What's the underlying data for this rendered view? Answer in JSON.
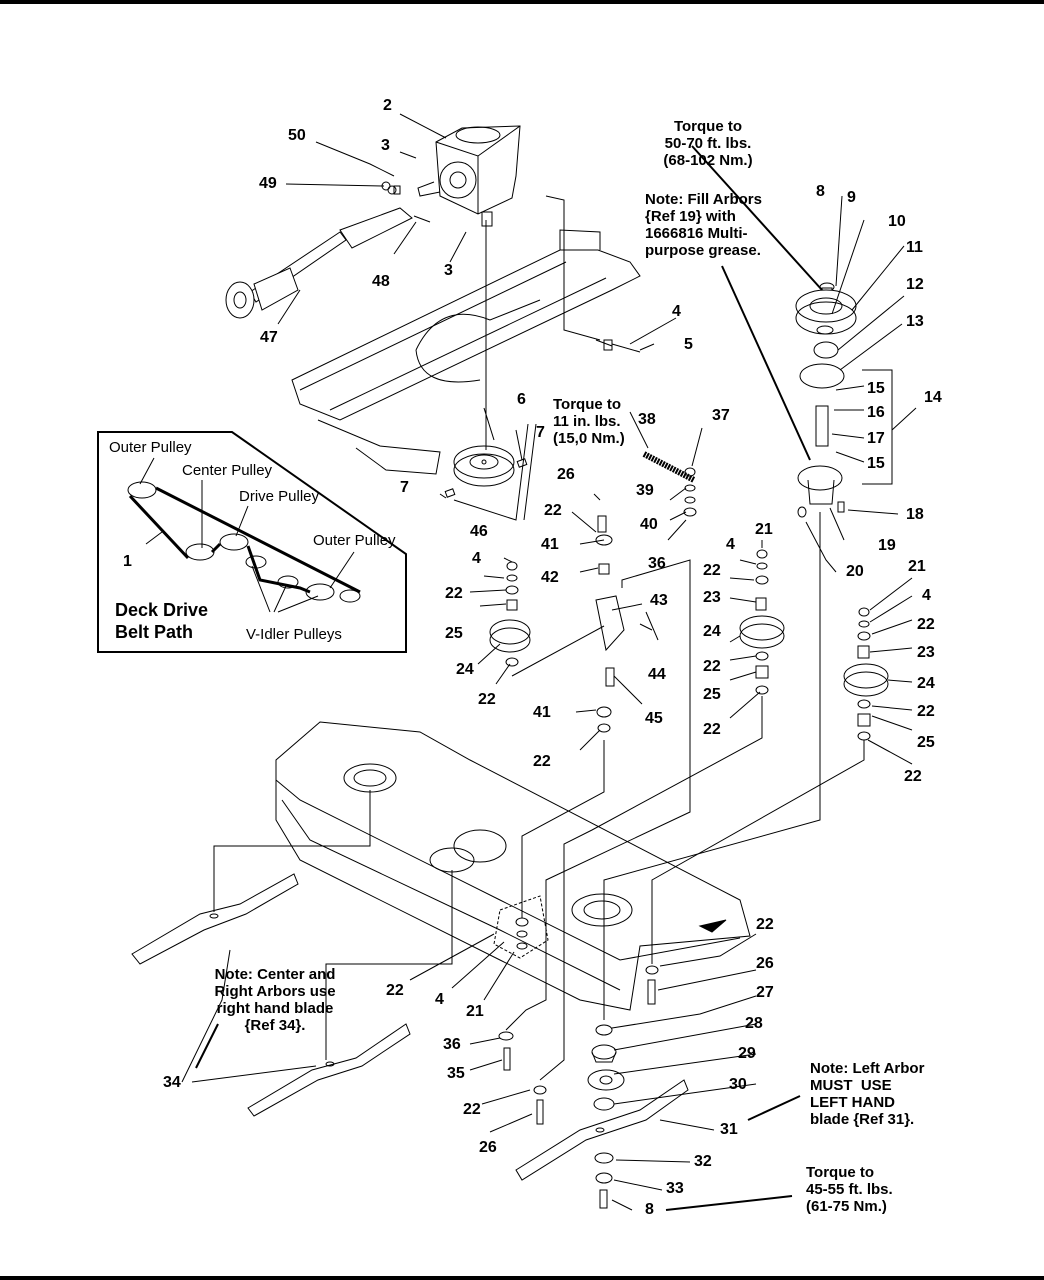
{
  "page": {
    "type": "exploded parts diagram",
    "subject": "mower deck drive assembly"
  },
  "notes": {
    "torque_top": "Torque to\n50-70 ft. lbs.\n(68-102 Nm.)",
    "fill_arbors": "Note: Fill Arbors\n{Ref 19} with\n1666816 Multi-\npurpose grease.",
    "torque_idler": "Torque to\n11 in. lbs.\n(15,0 Nm.)",
    "center_right_blade": "Note: Center and\nRight Arbors use\nright hand blade\n{Ref 34}.",
    "left_arbor": "Note: Left Arbor\nMUST  USE\nLEFT HAND\nblade {Ref 31}.",
    "torque_blade": "Torque to\n45-55 ft. lbs.\n(61-75 Nm.)"
  },
  "inset": {
    "title": "Deck Drive\nBelt Path",
    "outer_pulley_left": "Outer Pulley",
    "center_pulley": "Center Pulley",
    "drive_pulley": "Drive Pulley",
    "outer_pulley_right": "Outer Pulley",
    "v_idler_pulleys": "V-Idler Pulleys",
    "belt_ref": "1"
  },
  "callouts": [
    {
      "id": "c2",
      "text": "2"
    },
    {
      "id": "c50",
      "text": "50"
    },
    {
      "id": "c3a",
      "text": "3"
    },
    {
      "id": "c49",
      "text": "49"
    },
    {
      "id": "c48",
      "text": "48"
    },
    {
      "id": "c3b",
      "text": "3"
    },
    {
      "id": "c47",
      "text": "47"
    },
    {
      "id": "c8a",
      "text": "8"
    },
    {
      "id": "c9",
      "text": "9"
    },
    {
      "id": "c10",
      "text": "10"
    },
    {
      "id": "c11",
      "text": "11"
    },
    {
      "id": "c12",
      "text": "12"
    },
    {
      "id": "c13",
      "text": "13"
    },
    {
      "id": "c14",
      "text": "14"
    },
    {
      "id": "c15a",
      "text": "15"
    },
    {
      "id": "c16",
      "text": "16"
    },
    {
      "id": "c17",
      "text": "17"
    },
    {
      "id": "c15b",
      "text": "15"
    },
    {
      "id": "c18",
      "text": "18"
    },
    {
      "id": "c19",
      "text": "19"
    },
    {
      "id": "c20",
      "text": "20"
    },
    {
      "id": "c4a",
      "text": "4"
    },
    {
      "id": "c5",
      "text": "5"
    },
    {
      "id": "c6",
      "text": "6"
    },
    {
      "id": "c7a",
      "text": "7"
    },
    {
      "id": "c7b",
      "text": "7"
    },
    {
      "id": "c38",
      "text": "38"
    },
    {
      "id": "c37",
      "text": "37"
    },
    {
      "id": "c26a",
      "text": "26"
    },
    {
      "id": "c39",
      "text": "39"
    },
    {
      "id": "c22a",
      "text": "22"
    },
    {
      "id": "c40",
      "text": "40"
    },
    {
      "id": "c41a",
      "text": "41"
    },
    {
      "id": "c36a",
      "text": "36"
    },
    {
      "id": "c42",
      "text": "42"
    },
    {
      "id": "c46",
      "text": "46"
    },
    {
      "id": "c4b",
      "text": "4"
    },
    {
      "id": "c22b",
      "text": "22"
    },
    {
      "id": "c25a",
      "text": "25"
    },
    {
      "id": "c43",
      "text": "43"
    },
    {
      "id": "c24a",
      "text": "24"
    },
    {
      "id": "c44",
      "text": "44"
    },
    {
      "id": "c22c",
      "text": "22"
    },
    {
      "id": "c45",
      "text": "45"
    },
    {
      "id": "c41b",
      "text": "41"
    },
    {
      "id": "c22d",
      "text": "22"
    },
    {
      "id": "c21a",
      "text": "21"
    },
    {
      "id": "c4c",
      "text": "4"
    },
    {
      "id": "c22e",
      "text": "22"
    },
    {
      "id": "c23a",
      "text": "23"
    },
    {
      "id": "c24b",
      "text": "24"
    },
    {
      "id": "c22f",
      "text": "22"
    },
    {
      "id": "c25b",
      "text": "25"
    },
    {
      "id": "c22g",
      "text": "22"
    },
    {
      "id": "c21b",
      "text": "21"
    },
    {
      "id": "c4d",
      "text": "4"
    },
    {
      "id": "c22h",
      "text": "22"
    },
    {
      "id": "c23b",
      "text": "23"
    },
    {
      "id": "c24c",
      "text": "24"
    },
    {
      "id": "c22i",
      "text": "22"
    },
    {
      "id": "c25c",
      "text": "25"
    },
    {
      "id": "c22j",
      "text": "22"
    },
    {
      "id": "c22k",
      "text": "22"
    },
    {
      "id": "c26b",
      "text": "26"
    },
    {
      "id": "c27",
      "text": "27"
    },
    {
      "id": "c28",
      "text": "28"
    },
    {
      "id": "c29",
      "text": "29"
    },
    {
      "id": "c30",
      "text": "30"
    },
    {
      "id": "c31",
      "text": "31"
    },
    {
      "id": "c32",
      "text": "32"
    },
    {
      "id": "c33",
      "text": "33"
    },
    {
      "id": "c8b",
      "text": "8"
    },
    {
      "id": "c22l",
      "text": "22"
    },
    {
      "id": "c4e",
      "text": "4"
    },
    {
      "id": "c21c",
      "text": "21"
    },
    {
      "id": "c36b",
      "text": "36"
    },
    {
      "id": "c35",
      "text": "35"
    },
    {
      "id": "c22m",
      "text": "22"
    },
    {
      "id": "c26c",
      "text": "26"
    },
    {
      "id": "c34",
      "text": "34"
    }
  ]
}
